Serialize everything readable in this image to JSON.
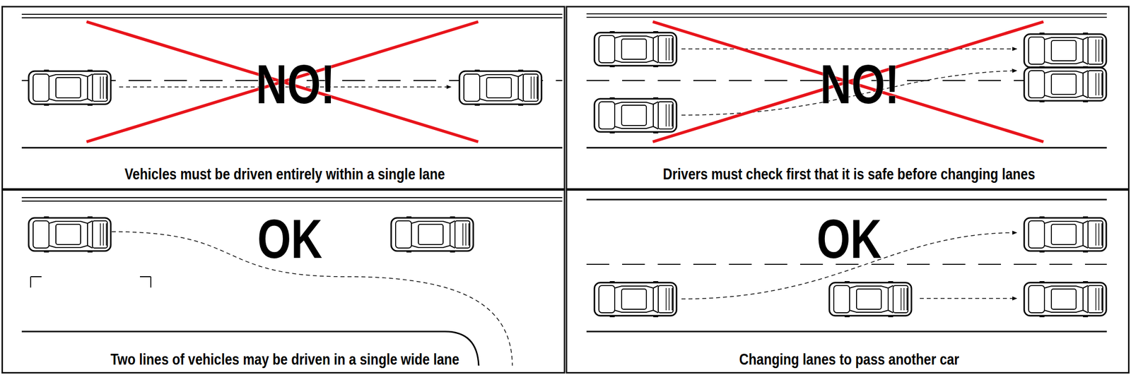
{
  "diagram": {
    "nodes": [
      {
        "text": [
          "NO!",
          "Vehicles must be driven entirely within a single lane"
        ]
      },
      {
        "text": [
          "NO!",
          "Drivers must check first that it is safe before changing lanes"
        ]
      },
      {
        "text": [
          "OK",
          "Two lines of vehicles may be driven in a single wide lane"
        ]
      },
      {
        "text": [
          "OK",
          "Changing lanes to pass another car"
        ]
      }
    ]
  }
}
